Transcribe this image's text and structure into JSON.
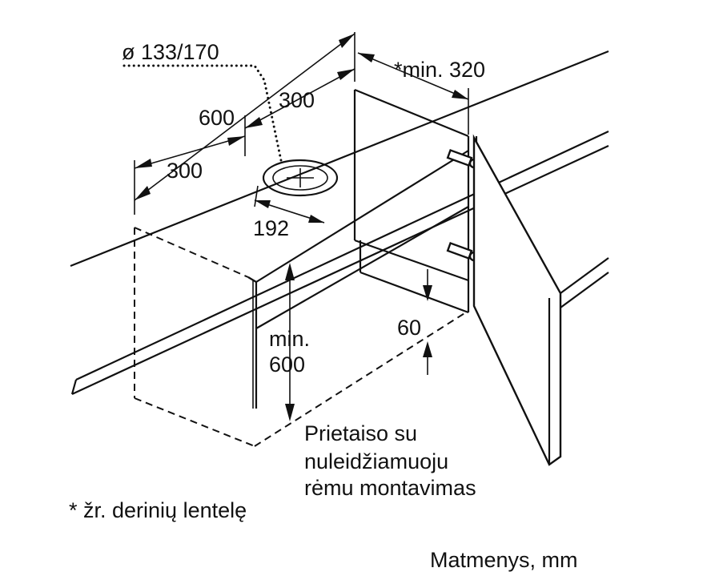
{
  "labels": {
    "diameter": "ø 133/170",
    "min_320": "*min. 320",
    "w600": "600",
    "w300_right": "300",
    "w300_left": "300",
    "d192": "192",
    "min_text": "min.",
    "min_600": "600",
    "h60": "60"
  },
  "caption": {
    "line1": "Prietaiso su",
    "line2": "nuleidžiamuoju",
    "line3": "rėmu montavimas"
  },
  "footnote": "* žr. derinių lentelę",
  "units": "Matmenys, mm"
}
